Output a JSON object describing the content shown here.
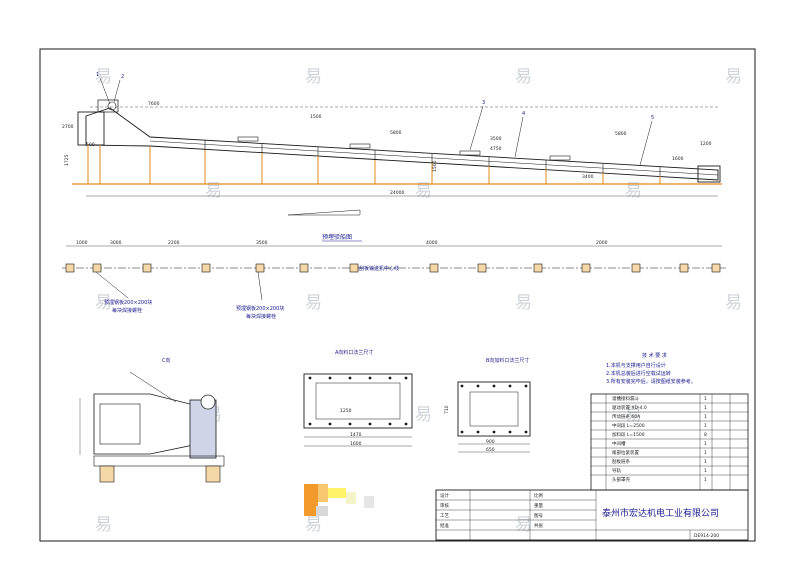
{
  "watermark": "易",
  "top_dims": [
    "7600",
    "1500",
    "5800",
    "3500",
    "5800",
    "4750",
    "1600",
    "1200",
    "500"
  ],
  "overall_length": "24000",
  "height_dims": [
    "2700",
    "1725",
    "1500",
    "3400"
  ],
  "callouts": [
    "1",
    "2",
    "3",
    "4",
    "5"
  ],
  "layout_title": "预埋驳船图",
  "center_line_label": "埋刮板输送机中心线",
  "plan_dims": [
    "1000",
    "3000",
    "2200",
    "3500",
    "4000",
    "2000"
  ],
  "embed_note_left": [
    "预埋钢板200×200块",
    "每块焊接螺栓"
  ],
  "embed_note_right": [
    "预埋钢板200×200块",
    "每块焊接螺栓"
  ],
  "view_c_label": "C向",
  "flange_a_title": "A向料口法兰尺寸",
  "flange_b_title": "B向加料口法兰尺寸",
  "flange_a_dims": [
    "1600",
    "1470",
    "1250"
  ],
  "flange_b_dims": [
    "650",
    "900",
    "710"
  ],
  "tech_req_title": "技 术 要 求",
  "tech_req_lines": [
    "1.本机与支撑用户自行设计",
    "2.本机总装后进行空载试运转",
    "3.所有安装完毕后，请按图纸安装参考。"
  ],
  "bom_rows": [
    {
      "name": "溜槽接料漏斗",
      "qty": "1"
    },
    {
      "name": "驱动装置 XD-4.0",
      "qty": "1"
    },
    {
      "name": "传动链条 60A",
      "qty": "1"
    },
    {
      "name": "中间段 L=2500",
      "qty": "1"
    },
    {
      "name": "加料段 L=1500",
      "qty": "8"
    },
    {
      "name": "中间槽",
      "qty": "1"
    },
    {
      "name": "尾部拉紧装置",
      "qty": "1"
    },
    {
      "name": "刮板链条",
      "qty": "1"
    },
    {
      "name": "导轨",
      "qty": "1"
    },
    {
      "name": "头部罩壳",
      "qty": "1"
    }
  ],
  "company": "泰州市宏达机电工业有限公司",
  "drawing_no": "DE914-200",
  "title_block_labels": [
    "设计",
    "审核",
    "工艺",
    "批准",
    "比例",
    "重量",
    "图号",
    "共张"
  ]
}
